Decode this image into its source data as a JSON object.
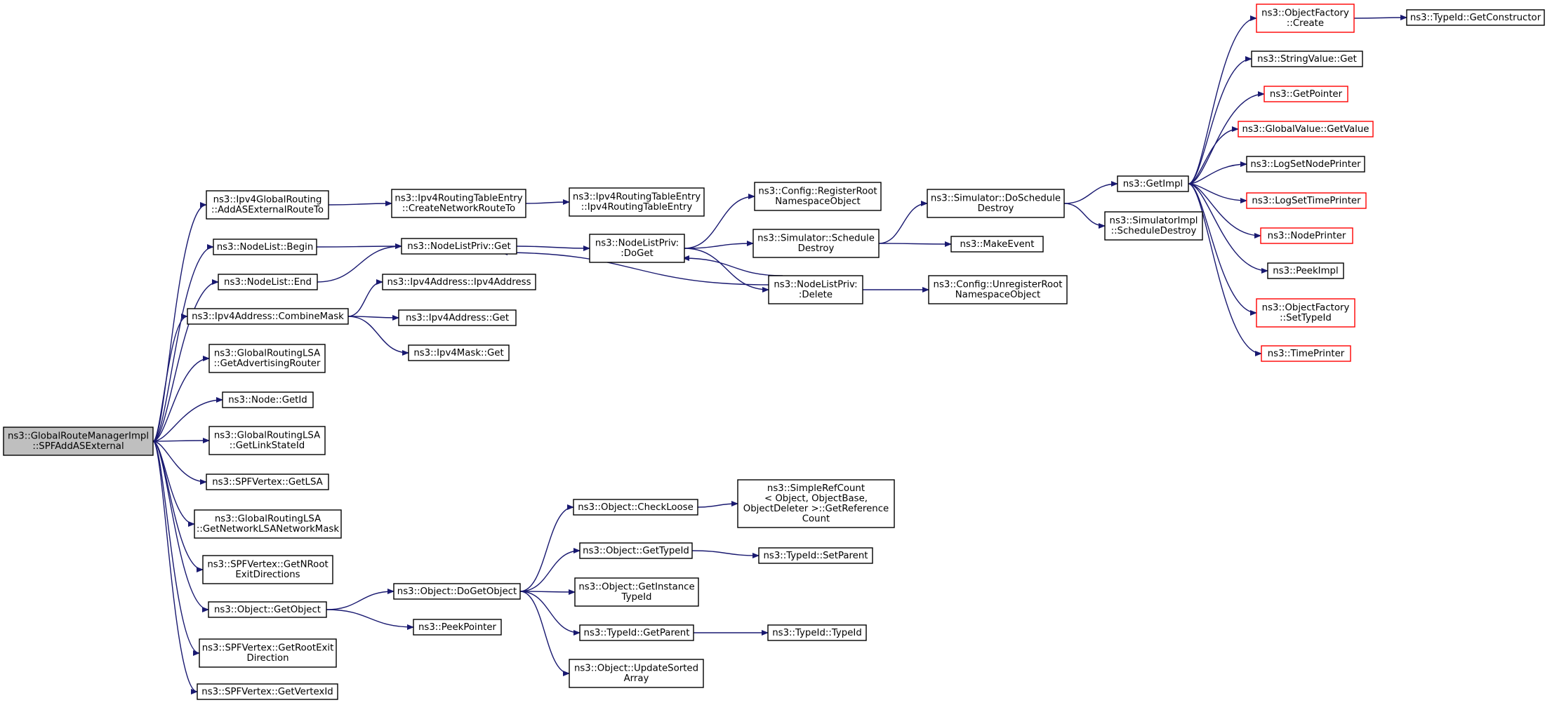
{
  "colors": {
    "edge": "#191970",
    "node_border": "#000000",
    "truncated_border": "#ff0000",
    "root_fill": "#bfbfbf",
    "node_fill": "#ffffff"
  },
  "nodes": [
    {
      "id": "root",
      "lines": [
        "ns3::GlobalRouteManagerImpl",
        "::SPFAddASExternal"
      ],
      "kind": "root"
    },
    {
      "id": "ipv4gr_add",
      "lines": [
        "ns3::Ipv4GlobalRouting",
        "::AddASExternalRouteTo"
      ],
      "kind": "normal"
    },
    {
      "id": "rte_create",
      "lines": [
        "ns3::Ipv4RoutingTableEntry",
        "::CreateNetworkRouteTo"
      ],
      "kind": "normal"
    },
    {
      "id": "rte_ctor",
      "lines": [
        "ns3::Ipv4RoutingTableEntry",
        "::Ipv4RoutingTableEntry"
      ],
      "kind": "normal"
    },
    {
      "id": "nl_begin",
      "lines": [
        "ns3::NodeList::Begin"
      ],
      "kind": "normal"
    },
    {
      "id": "nl_end",
      "lines": [
        "ns3::NodeList::End"
      ],
      "kind": "normal"
    },
    {
      "id": "nlp_get",
      "lines": [
        "ns3::NodeListPriv::Get"
      ],
      "kind": "normal"
    },
    {
      "id": "nlp_doget",
      "lines": [
        "ns3::NodeListPriv:",
        ":DoGet"
      ],
      "kind": "normal"
    },
    {
      "id": "nlp_delete",
      "lines": [
        "ns3::NodeListPriv:",
        ":Delete"
      ],
      "kind": "normal"
    },
    {
      "id": "cfg_register",
      "lines": [
        "ns3::Config::RegisterRoot",
        "NamespaceObject"
      ],
      "kind": "normal"
    },
    {
      "id": "sim_sched_destroy",
      "lines": [
        "ns3::Simulator::Schedule",
        "Destroy"
      ],
      "kind": "normal"
    },
    {
      "id": "sim_do_sched_destroy",
      "lines": [
        "ns3::Simulator::DoSchedule",
        "Destroy"
      ],
      "kind": "normal"
    },
    {
      "id": "make_event",
      "lines": [
        "ns3::MakeEvent"
      ],
      "kind": "normal"
    },
    {
      "id": "cfg_unregister",
      "lines": [
        "ns3::Config::UnregisterRoot",
        "NamespaceObject"
      ],
      "kind": "normal"
    },
    {
      "id": "get_impl",
      "lines": [
        "ns3::GetImpl"
      ],
      "kind": "normal"
    },
    {
      "id": "simimpl_sched_destroy",
      "lines": [
        "ns3::SimulatorImpl",
        "::ScheduleDestroy"
      ],
      "kind": "normal"
    },
    {
      "id": "of_create",
      "lines": [
        "ns3::ObjectFactory",
        "::Create"
      ],
      "kind": "truncated"
    },
    {
      "id": "typeid_getctor",
      "lines": [
        "ns3::TypeId::GetConstructor"
      ],
      "kind": "normal"
    },
    {
      "id": "stringvalue_get",
      "lines": [
        "ns3::StringValue::Get"
      ],
      "kind": "normal"
    },
    {
      "id": "get_pointer",
      "lines": [
        "ns3::GetPointer"
      ],
      "kind": "truncated"
    },
    {
      "id": "gv_getvalue",
      "lines": [
        "ns3::GlobalValue::GetValue"
      ],
      "kind": "truncated"
    },
    {
      "id": "log_set_node_printer",
      "lines": [
        "ns3::LogSetNodePrinter"
      ],
      "kind": "normal"
    },
    {
      "id": "log_set_time_printer",
      "lines": [
        "ns3::LogSetTimePrinter"
      ],
      "kind": "truncated"
    },
    {
      "id": "node_printer",
      "lines": [
        "ns3::NodePrinter"
      ],
      "kind": "truncated"
    },
    {
      "id": "peek_impl",
      "lines": [
        "ns3::PeekImpl"
      ],
      "kind": "normal"
    },
    {
      "id": "of_settypeid",
      "lines": [
        "ns3::ObjectFactory",
        "::SetTypeId"
      ],
      "kind": "truncated"
    },
    {
      "id": "time_printer",
      "lines": [
        "ns3::TimePrinter"
      ],
      "kind": "truncated"
    },
    {
      "id": "ipv4addr_ctor",
      "lines": [
        "ns3::Ipv4Address::Ipv4Address"
      ],
      "kind": "normal"
    },
    {
      "id": "ipv4addr_combine",
      "lines": [
        "ns3::Ipv4Address::CombineMask"
      ],
      "kind": "normal"
    },
    {
      "id": "ipv4addr_get",
      "lines": [
        "ns3::Ipv4Address::Get"
      ],
      "kind": "normal"
    },
    {
      "id": "ipv4mask_get",
      "lines": [
        "ns3::Ipv4Mask::Get"
      ],
      "kind": "normal"
    },
    {
      "id": "grlsa_getadv",
      "lines": [
        "ns3::GlobalRoutingLSA",
        "::GetAdvertisingRouter"
      ],
      "kind": "normal"
    },
    {
      "id": "node_getid",
      "lines": [
        "ns3::Node::GetId"
      ],
      "kind": "normal"
    },
    {
      "id": "grlsa_getlinkstate",
      "lines": [
        "ns3::GlobalRoutingLSA",
        "::GetLinkStateId"
      ],
      "kind": "normal"
    },
    {
      "id": "spf_getlsa",
      "lines": [
        "ns3::SPFVertex::GetLSA"
      ],
      "kind": "normal"
    },
    {
      "id": "grlsa_getnetmask",
      "lines": [
        "ns3::GlobalRoutingLSA",
        "::GetNetworkLSANetworkMask"
      ],
      "kind": "normal"
    },
    {
      "id": "spf_getnroot",
      "lines": [
        "ns3::SPFVertex::GetNRoot",
        "ExitDirections"
      ],
      "kind": "normal"
    },
    {
      "id": "obj_getobject",
      "lines": [
        "ns3::Object::GetObject"
      ],
      "kind": "normal"
    },
    {
      "id": "obj_dogetobject",
      "lines": [
        "ns3::Object::DoGetObject"
      ],
      "kind": "normal"
    },
    {
      "id": "peek_pointer",
      "lines": [
        "ns3::PeekPointer"
      ],
      "kind": "normal"
    },
    {
      "id": "obj_checkloose",
      "lines": [
        "ns3::Object::CheckLoose"
      ],
      "kind": "normal"
    },
    {
      "id": "simplerefcount",
      "lines": [
        "ns3::SimpleRefCount",
        "< Object, ObjectBase,",
        " ObjectDeleter >::GetReference",
        "Count"
      ],
      "kind": "normal"
    },
    {
      "id": "obj_gettypeid",
      "lines": [
        "ns3::Object::GetTypeId"
      ],
      "kind": "normal"
    },
    {
      "id": "typeid_setparent",
      "lines": [
        "ns3::TypeId::SetParent"
      ],
      "kind": "normal"
    },
    {
      "id": "obj_getinstancetypeid",
      "lines": [
        "ns3::Object::GetInstance",
        "TypeId"
      ],
      "kind": "normal"
    },
    {
      "id": "typeid_getparent",
      "lines": [
        "ns3::TypeId::GetParent"
      ],
      "kind": "normal"
    },
    {
      "id": "typeid_typeid",
      "lines": [
        "ns3::TypeId::TypeId"
      ],
      "kind": "normal"
    },
    {
      "id": "obj_updatesorted",
      "lines": [
        "ns3::Object::UpdateSorted",
        "Array"
      ],
      "kind": "normal"
    },
    {
      "id": "spf_getrootexit",
      "lines": [
        "ns3::SPFVertex::GetRootExit",
        "Direction"
      ],
      "kind": "normal"
    },
    {
      "id": "spf_getvertexid",
      "lines": [
        "ns3::SPFVertex::GetVertexId"
      ],
      "kind": "normal"
    }
  ],
  "edges": [
    [
      "root",
      "ipv4gr_add"
    ],
    [
      "root",
      "nl_begin"
    ],
    [
      "root",
      "nl_end"
    ],
    [
      "root",
      "ipv4addr_combine"
    ],
    [
      "root",
      "grlsa_getadv"
    ],
    [
      "root",
      "node_getid"
    ],
    [
      "root",
      "grlsa_getlinkstate"
    ],
    [
      "root",
      "spf_getlsa"
    ],
    [
      "root",
      "grlsa_getnetmask"
    ],
    [
      "root",
      "spf_getnroot"
    ],
    [
      "root",
      "obj_getobject"
    ],
    [
      "root",
      "spf_getrootexit"
    ],
    [
      "root",
      "spf_getvertexid"
    ],
    [
      "ipv4gr_add",
      "rte_create"
    ],
    [
      "rte_create",
      "rte_ctor"
    ],
    [
      "nl_begin",
      "nlp_get"
    ],
    [
      "nl_end",
      "nlp_get"
    ],
    [
      "nlp_get",
      "nlp_doget"
    ],
    [
      "nlp_doget",
      "cfg_register"
    ],
    [
      "nlp_doget",
      "sim_sched_destroy"
    ],
    [
      "nlp_doget",
      "nlp_delete"
    ],
    [
      "nlp_delete",
      "nlp_doget"
    ],
    [
      "nlp_delete",
      "nlp_get"
    ],
    [
      "nlp_delete",
      "cfg_unregister"
    ],
    [
      "sim_sched_destroy",
      "sim_do_sched_destroy"
    ],
    [
      "sim_sched_destroy",
      "make_event"
    ],
    [
      "sim_do_sched_destroy",
      "get_impl"
    ],
    [
      "sim_do_sched_destroy",
      "simimpl_sched_destroy"
    ],
    [
      "get_impl",
      "of_create"
    ],
    [
      "get_impl",
      "stringvalue_get"
    ],
    [
      "get_impl",
      "get_pointer"
    ],
    [
      "get_impl",
      "gv_getvalue"
    ],
    [
      "get_impl",
      "log_set_node_printer"
    ],
    [
      "get_impl",
      "log_set_time_printer"
    ],
    [
      "get_impl",
      "node_printer"
    ],
    [
      "get_impl",
      "peek_impl"
    ],
    [
      "get_impl",
      "of_settypeid"
    ],
    [
      "get_impl",
      "time_printer"
    ],
    [
      "of_create",
      "typeid_getctor"
    ],
    [
      "ipv4addr_combine",
      "ipv4addr_ctor"
    ],
    [
      "ipv4addr_combine",
      "ipv4addr_get"
    ],
    [
      "ipv4addr_combine",
      "ipv4mask_get"
    ],
    [
      "obj_getobject",
      "obj_dogetobject"
    ],
    [
      "obj_getobject",
      "peek_pointer"
    ],
    [
      "obj_dogetobject",
      "obj_checkloose"
    ],
    [
      "obj_dogetobject",
      "obj_gettypeid"
    ],
    [
      "obj_dogetobject",
      "obj_getinstancetypeid"
    ],
    [
      "obj_dogetobject",
      "typeid_getparent"
    ],
    [
      "obj_dogetobject",
      "obj_updatesorted"
    ],
    [
      "obj_checkloose",
      "simplerefcount"
    ],
    [
      "obj_gettypeid",
      "typeid_setparent"
    ],
    [
      "typeid_getparent",
      "typeid_typeid"
    ]
  ]
}
